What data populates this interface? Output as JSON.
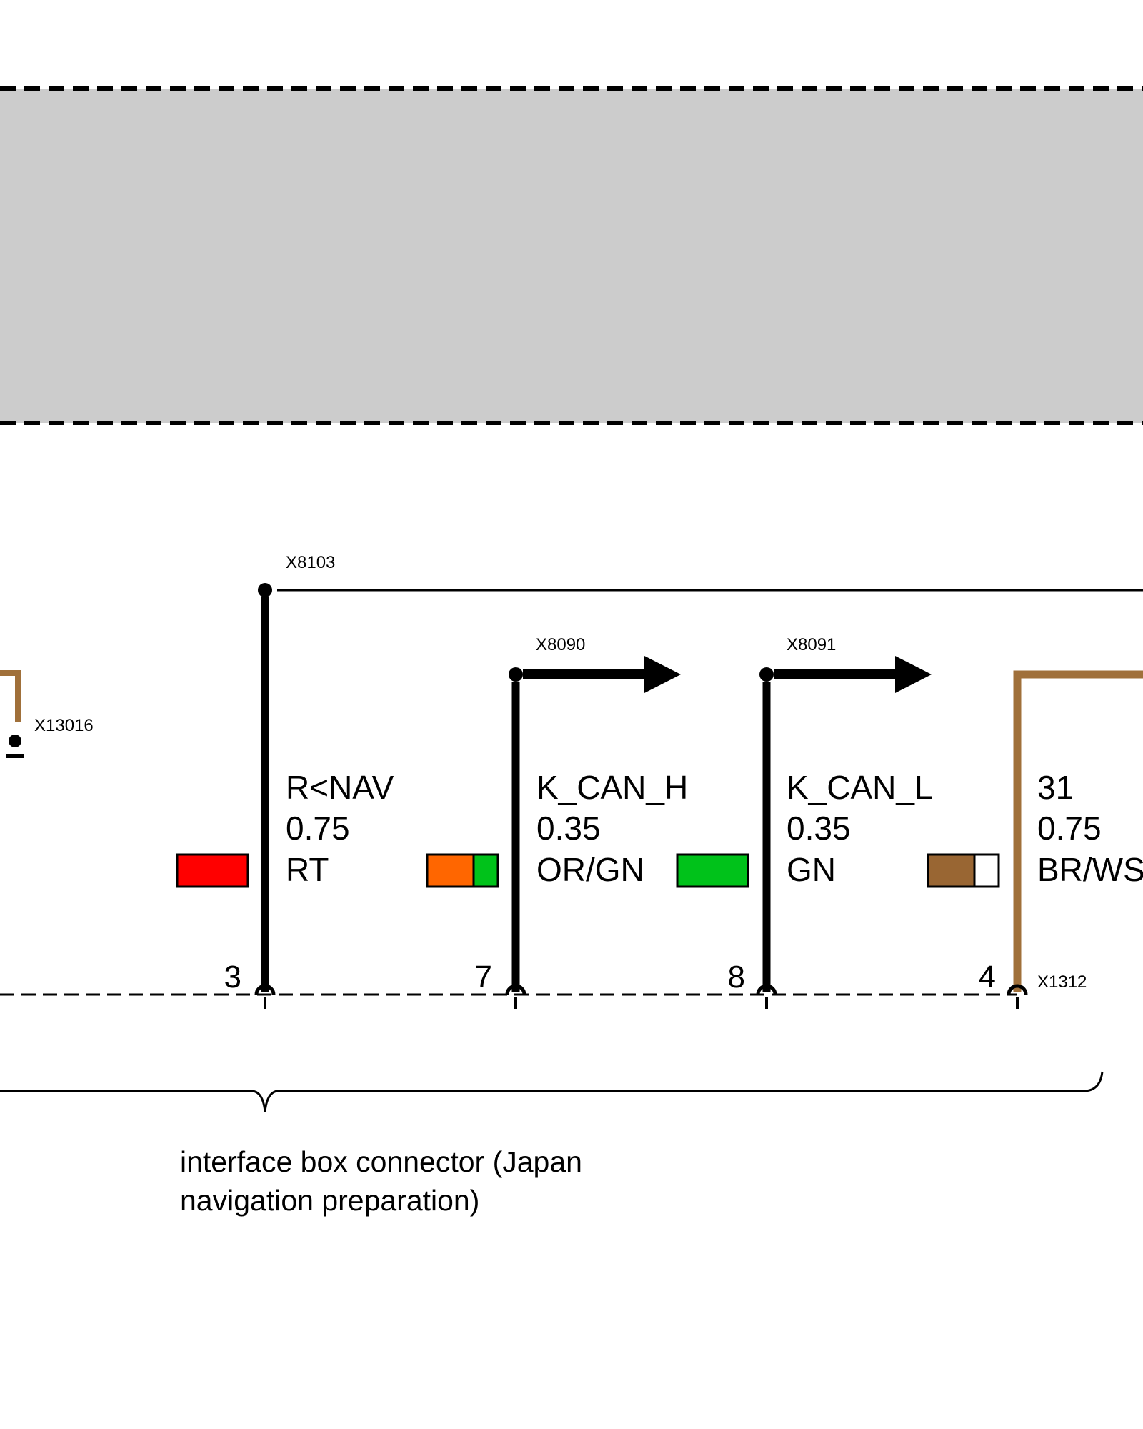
{
  "connectors": {
    "x13016": "X13016",
    "x8103": "X8103",
    "x8090": "X8090",
    "x8091": "X8091",
    "x1312": "X1312"
  },
  "wires": [
    {
      "signal": "R<NAV",
      "gauge": "0.75",
      "color_code": "RT",
      "pin": "3",
      "swatch_main": "#ff0000",
      "swatch_stripe": ""
    },
    {
      "signal": "K_CAN_H",
      "gauge": "0.35",
      "color_code": "OR/GN",
      "pin": "7",
      "swatch_main": "#ff6600",
      "swatch_stripe": "#00c21a"
    },
    {
      "signal": "K_CAN_L",
      "gauge": "0.35",
      "color_code": "GN",
      "pin": "8",
      "swatch_main": "#00c21a",
      "swatch_stripe": ""
    },
    {
      "signal": "31",
      "gauge": "0.75",
      "color_code": "BR/WS",
      "pin": "4",
      "swatch_main": "#996633",
      "swatch_stripe": "#ffffff"
    }
  ],
  "caption": {
    "line1": "interface box connector (Japan",
    "line2": "navigation preparation)"
  },
  "colors": {
    "module_fill": "#cccccc",
    "brown_wire": "#a0703a",
    "black_wire": "#000000"
  }
}
